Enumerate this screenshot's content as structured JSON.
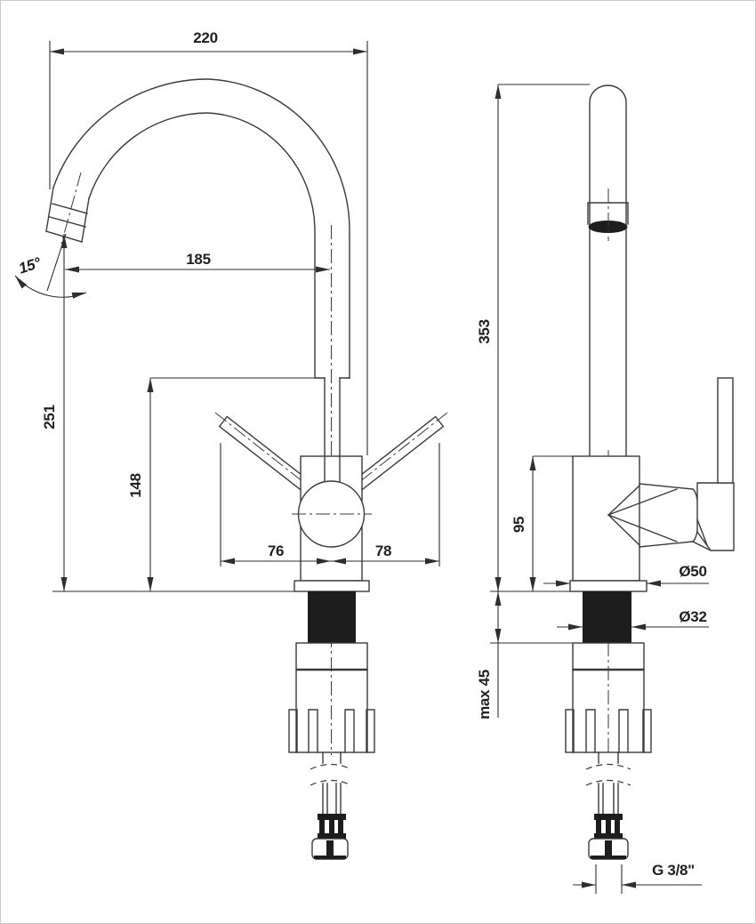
{
  "colors": {
    "line": "#3a3a3a",
    "text": "#1f1f1f",
    "solid_fill": "#1d1d1d",
    "background": "#ffffff",
    "border": "#c9c9c9"
  },
  "views": {
    "front": {
      "spout_width": "220",
      "spout_reach": "185",
      "spout_swivel_angle": "15°",
      "spout_outlet_height": "251",
      "column_height": "148",
      "handle_offset_left": "76",
      "handle_offset_right": "78"
    },
    "side": {
      "total_height": "353",
      "body_height": "95",
      "base_diameter": "Ø50",
      "shank_diameter": "Ø32",
      "max_counter_thickness": "max 45",
      "supply_connection": "G 3/8\""
    }
  }
}
